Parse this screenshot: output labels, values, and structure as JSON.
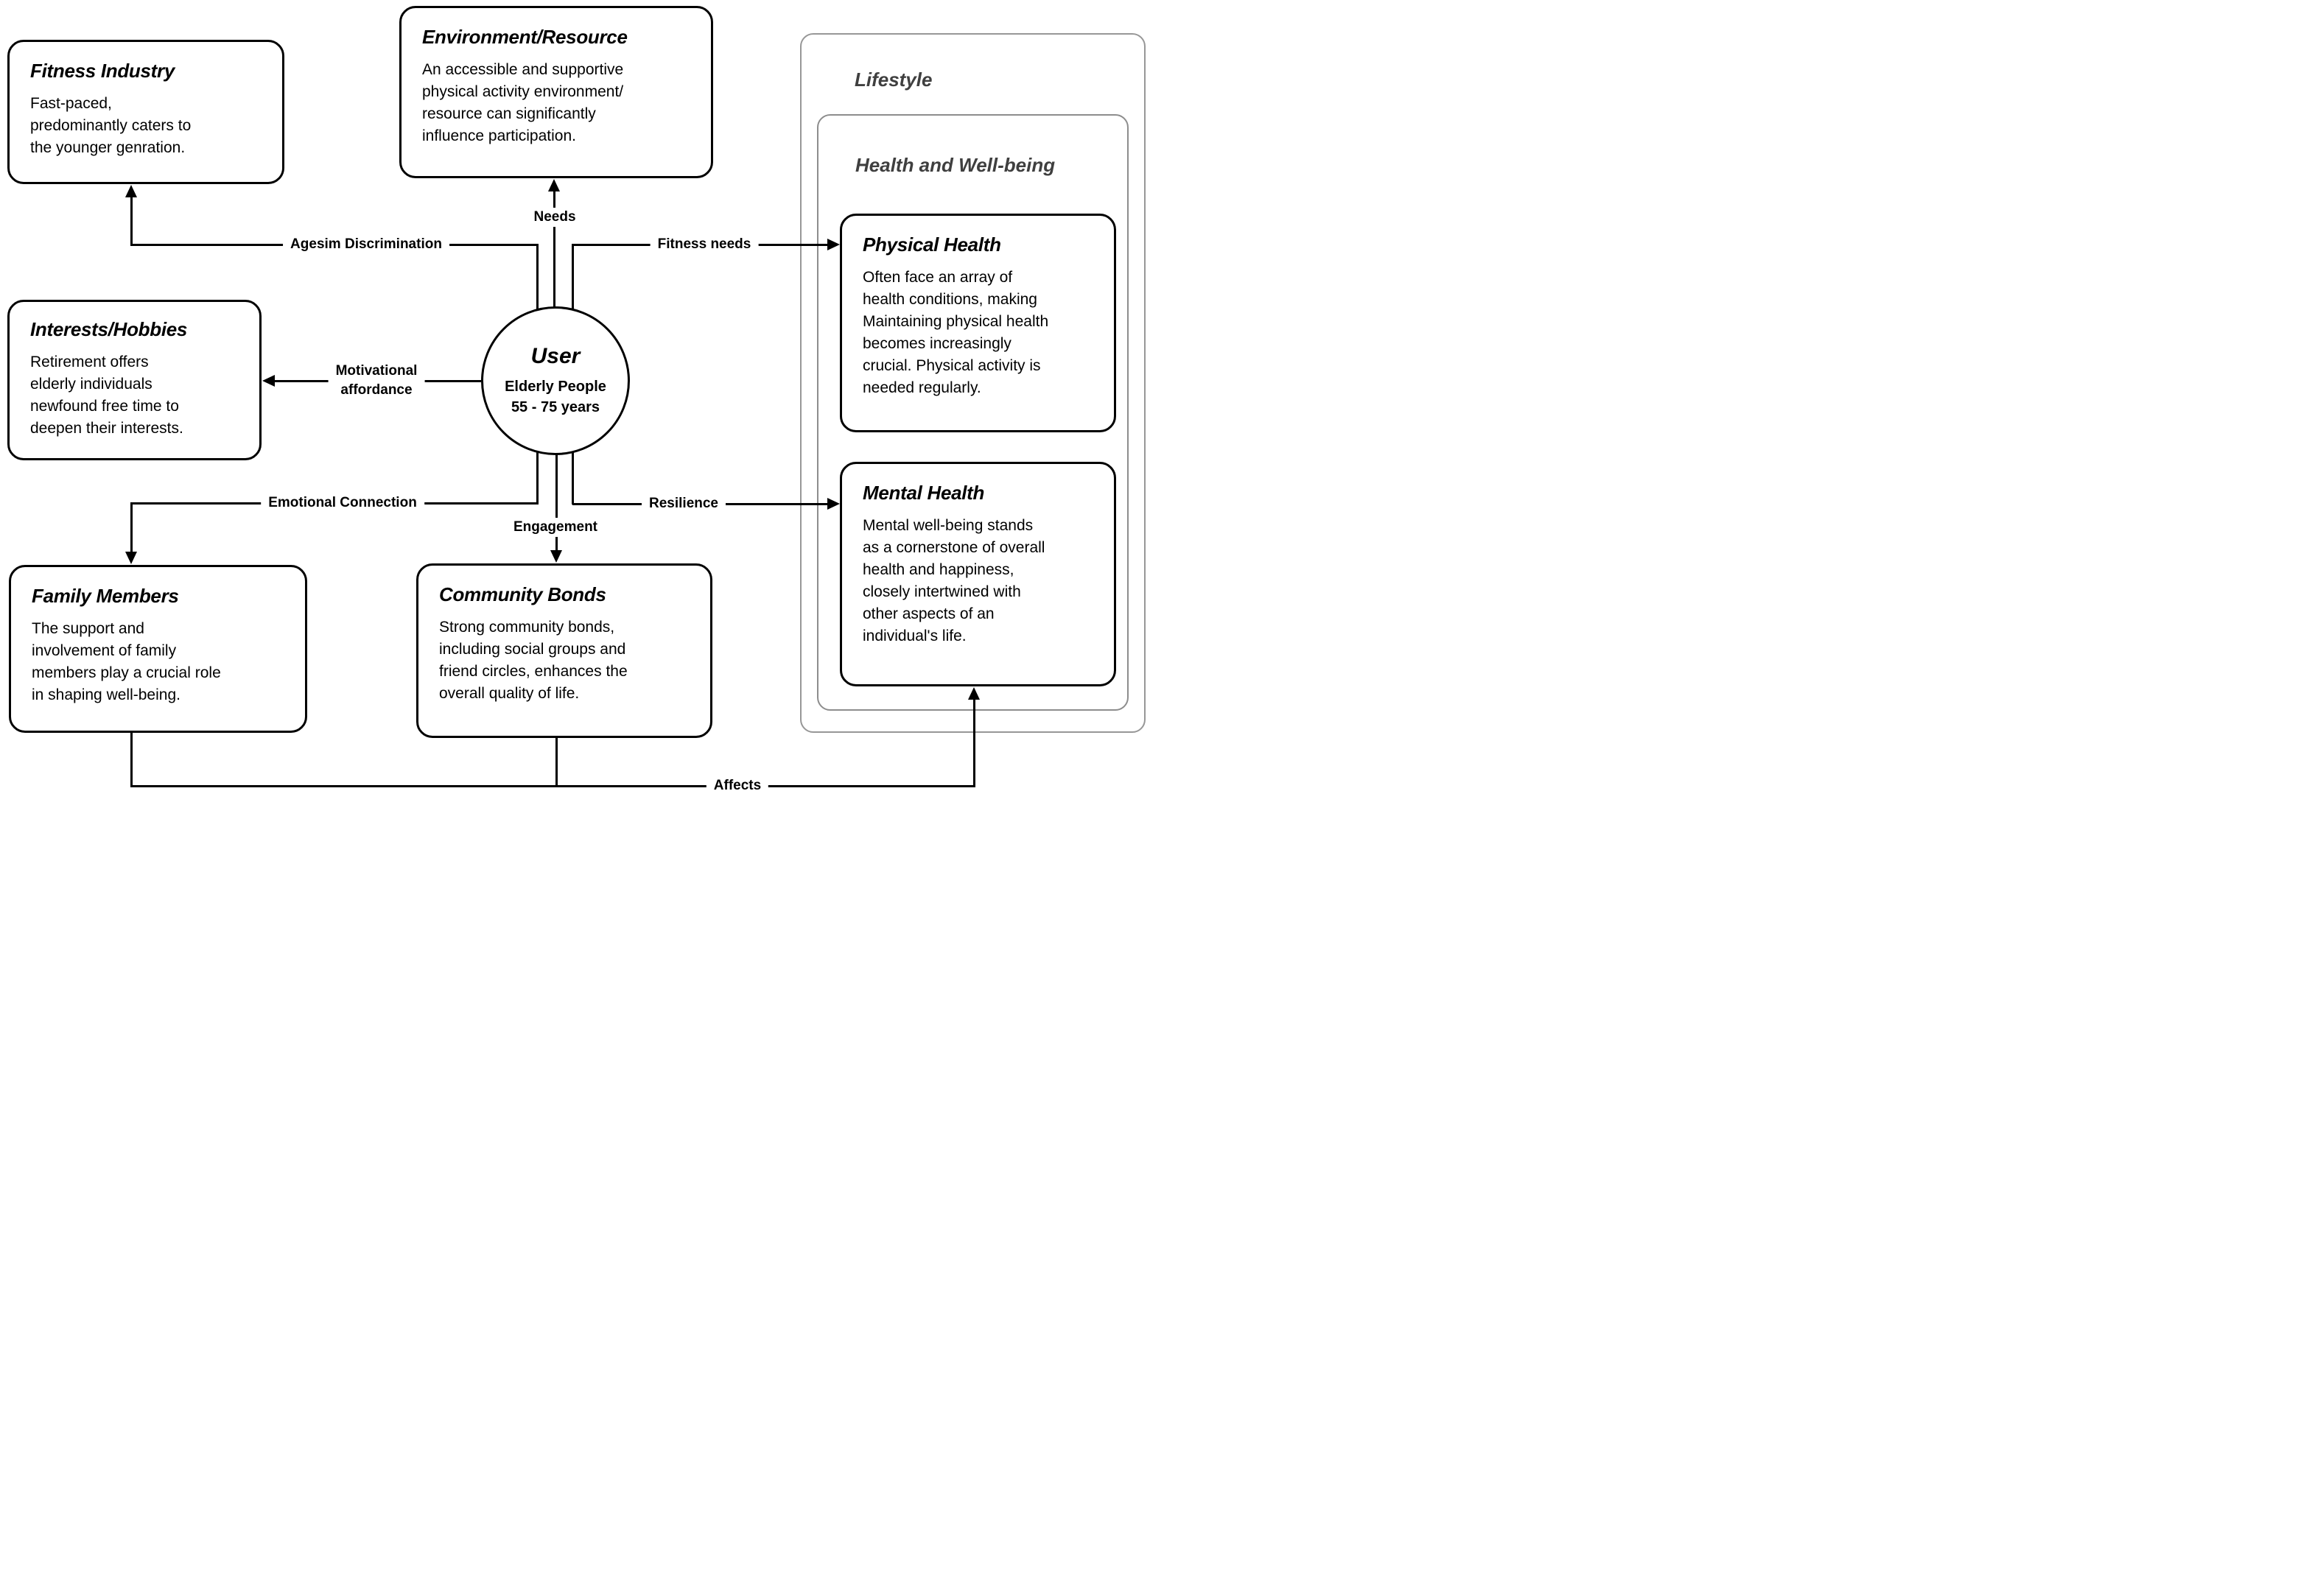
{
  "diagram": {
    "center": {
      "title": "User",
      "subtitle_line1": "Elderly People",
      "subtitle_line2": "55 - 75 years"
    },
    "boxes": {
      "fitness_industry": {
        "title": "Fitness Industry",
        "body": "Fast-paced,\npredominantly caters to\nthe younger genration."
      },
      "environment_resource": {
        "title": "Environment/Resource",
        "body": "An accessible and supportive\nphysical activity environment/\nresource can significantly\ninfluence participation."
      },
      "interests_hobbies": {
        "title": "Interests/Hobbies",
        "body": "Retirement offers\nelderly individuals\nnewfound free time to\ndeepen their interests."
      },
      "family_members": {
        "title": "Family Members",
        "body": "The support and\ninvolvement of family\nmembers play a crucial role\nin shaping well-being."
      },
      "community_bonds": {
        "title": "Community Bonds",
        "body": "Strong community bonds,\nincluding social groups and\nfriend circles, enhances the\noverall quality of life."
      },
      "physical_health": {
        "title": "Physical Health",
        "body": "Often face an array of\nhealth conditions, making\nMaintaining physical health\nbecomes increasingly\ncrucial. Physical activity is\nneeded regularly."
      },
      "mental_health": {
        "title": "Mental Health",
        "body": "Mental well-being stands\nas a cornerstone of overall\nhealth and happiness,\nclosely intertwined with\nother aspects of an\nindividual's life."
      }
    },
    "groups": {
      "lifestyle": {
        "title": "Lifestyle"
      },
      "health_wellbeing": {
        "title": "Health and Well-being"
      }
    },
    "edge_labels": {
      "needs": "Needs",
      "agesim_discrimination": "Agesim Discrimination",
      "fitness_needs": "Fitness needs",
      "motivational_affordance": "Motivational\naffordance",
      "emotional_connection": "Emotional Connection",
      "engagement": "Engagement",
      "resilience": "Resilience",
      "affects": "Affects"
    },
    "colors": {
      "line": "#000000",
      "group_border": "#979797",
      "group_title": "#3f3f3f",
      "background": "#ffffff"
    }
  }
}
